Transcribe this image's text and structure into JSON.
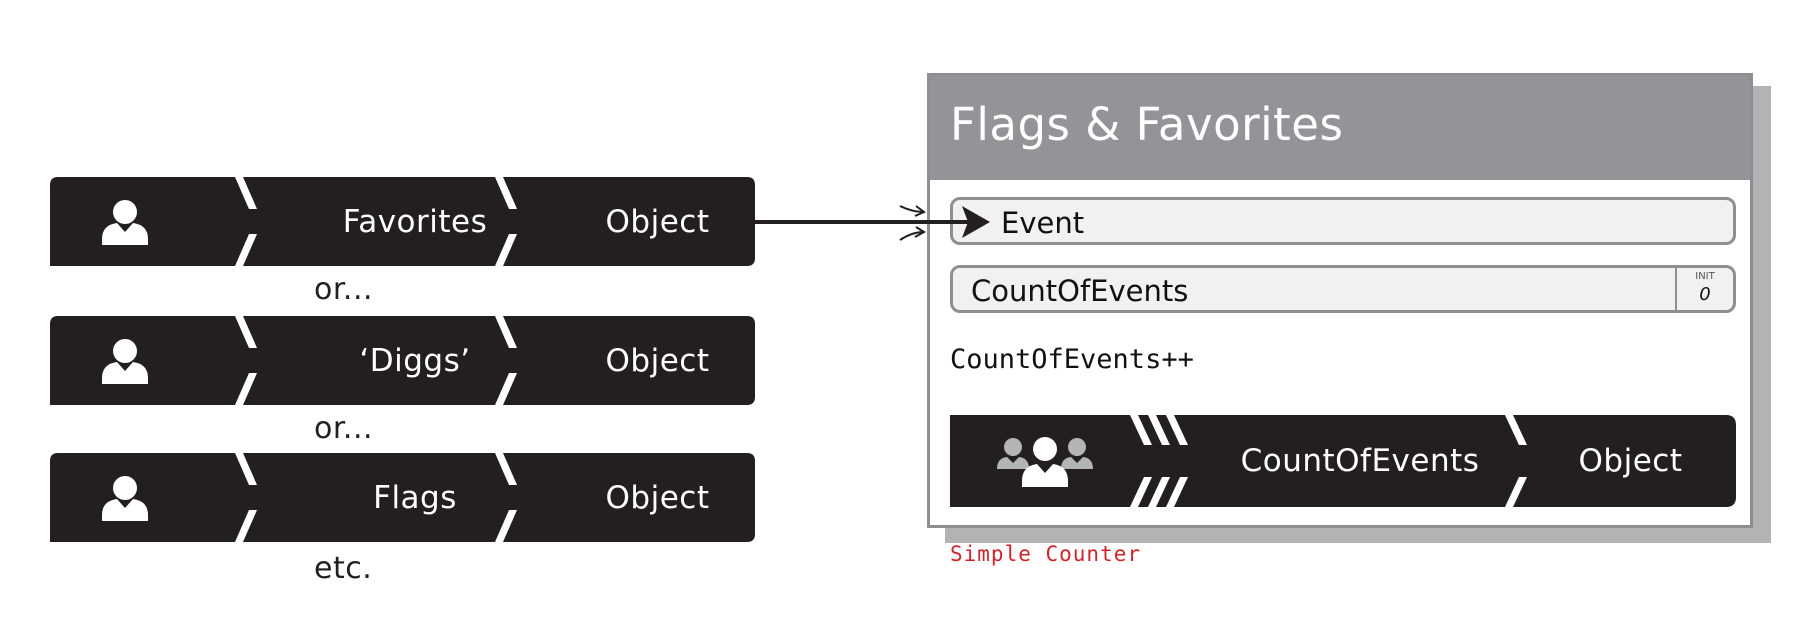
{
  "rules": [
    {
      "middle": "Favorites",
      "object": "Object"
    },
    {
      "middle": "‘Diggs’",
      "object": "Object"
    },
    {
      "middle": "Flags",
      "object": "Object"
    }
  ],
  "connectors": [
    "or...",
    "or...",
    "etc."
  ],
  "panel": {
    "title": "Flags & Favorites",
    "event_label": "Event",
    "count_label": "CountOfEvents",
    "init_label": "INIT",
    "init_value": "0",
    "code": "CountOfEvents++",
    "action": {
      "middle": "CountOfEvents",
      "object": "Object"
    },
    "caption": "Simple Counter"
  },
  "icons": {
    "rule_actor": "user-icon",
    "action_actor": "group-icon"
  },
  "colors": {
    "bar": "#231f20",
    "panel_header": "#939497",
    "panel_border": "#8e8f92",
    "field_bg": "#f1f1f1",
    "caption": "#d2232a"
  }
}
